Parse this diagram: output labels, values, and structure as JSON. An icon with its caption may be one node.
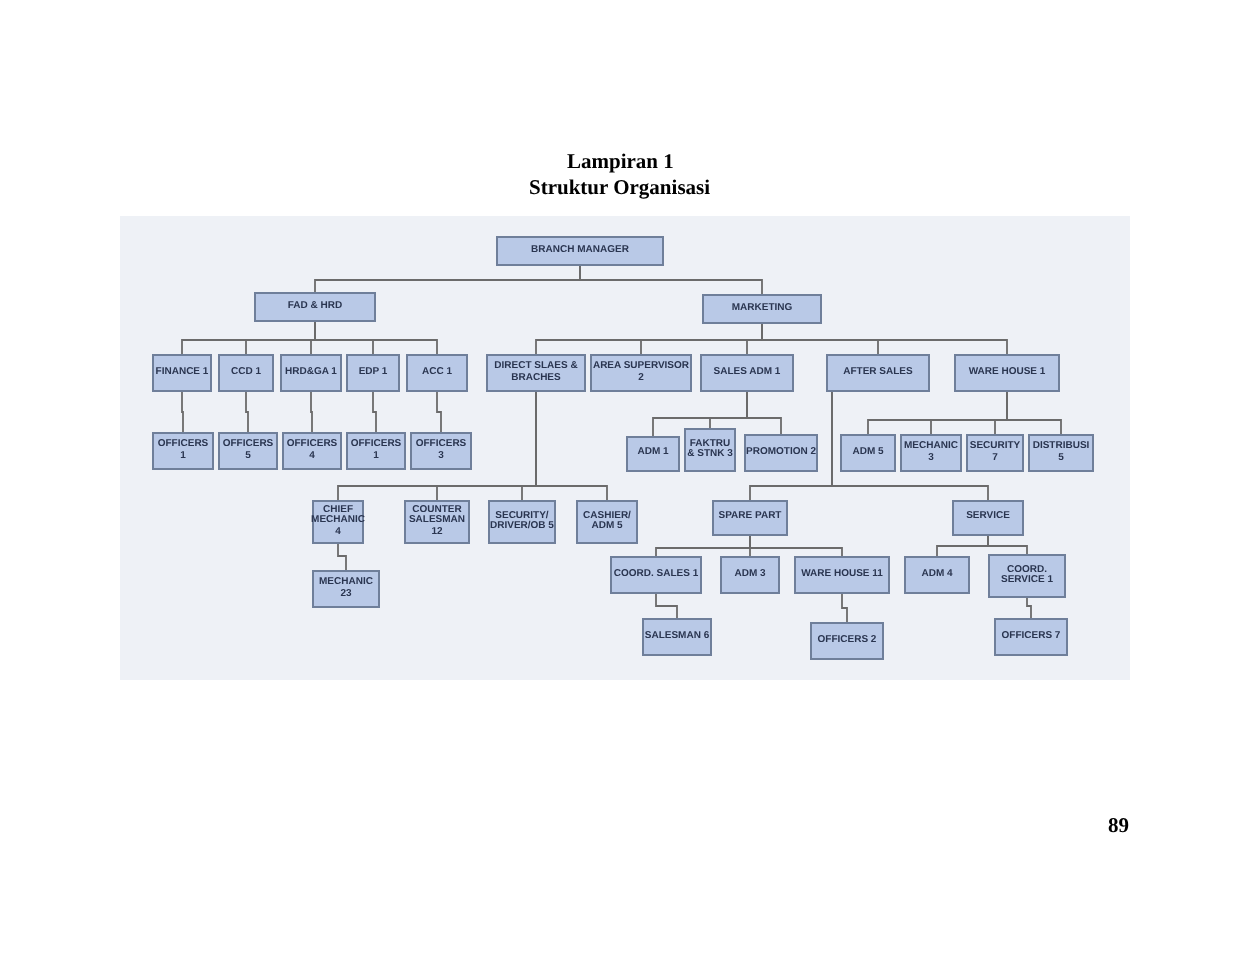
{
  "diagram": {
    "title": "Struktur Organisasi",
    "nodes": [
      {
        "text": [
          "BRANCH MANAGER"
        ]
      },
      {
        "text": [
          "FAD & HRD"
        ]
      },
      {
        "text": [
          "MARKETING"
        ]
      },
      {
        "text": [
          "FINANCE 1"
        ]
      },
      {
        "text": [
          "CCD 1"
        ]
      },
      {
        "text": [
          "HRD&GA 1"
        ]
      },
      {
        "text": [
          "EDP 1"
        ]
      },
      {
        "text": [
          "ACC 1"
        ]
      },
      {
        "text": [
          "OFFICERS 1"
        ]
      },
      {
        "text": [
          "OFFICERS 5"
        ]
      },
      {
        "text": [
          "OFFICERS 4"
        ]
      },
      {
        "text": [
          "OFFICERS 1"
        ]
      },
      {
        "text": [
          "OFFICERS 3"
        ]
      },
      {
        "text": [
          "DIRECT SLAES & BRACHES"
        ]
      },
      {
        "text": [
          "AREA SUPERVISOR 2"
        ]
      },
      {
        "text": [
          "SALES ADM 1"
        ]
      },
      {
        "text": [
          "AFTER SALES"
        ]
      },
      {
        "text": [
          "WARE HOUSE 1"
        ]
      },
      {
        "text": [
          "ADM 1"
        ]
      },
      {
        "text": [
          "FAKTRU & STNK 3"
        ]
      },
      {
        "text": [
          "PROMOTION 2"
        ]
      },
      {
        "text": [
          "ADM 5"
        ]
      },
      {
        "text": [
          "MECHANIC 3"
        ]
      },
      {
        "text": [
          "SECURITY 7"
        ]
      },
      {
        "text": [
          "DISTRIBUSI 5"
        ]
      },
      {
        "text": [
          "CHIEF MECHANIC 4"
        ]
      },
      {
        "text": [
          "COUNTER SALESMAN 12"
        ]
      },
      {
        "text": [
          "SECURITY/ DRIVER/OB 5"
        ]
      },
      {
        "text": [
          "CASHIER/ ADM 5"
        ]
      },
      {
        "text": [
          "MECHANIC 23"
        ]
      },
      {
        "text": [
          "SPARE PART"
        ]
      },
      {
        "text": [
          "SERVICE"
        ]
      },
      {
        "text": [
          "COORD. SALES 1"
        ]
      },
      {
        "text": [
          "ADM 3"
        ]
      },
      {
        "text": [
          "WARE HOUSE 11"
        ]
      },
      {
        "text": [
          "SALESMAN 6"
        ]
      },
      {
        "text": [
          "OFFICERS 2"
        ]
      },
      {
        "text": [
          "ADM 4"
        ]
      },
      {
        "text": [
          "COORD. SERVICE 1"
        ]
      },
      {
        "text": [
          "OFFICERS 7"
        ]
      }
    ],
    "edges": [
      {
        "from": 0,
        "to": 1,
        "arrow": "none"
      },
      {
        "from": 0,
        "to": 2,
        "arrow": "none"
      },
      {
        "from": 1,
        "to": 3,
        "arrow": "none"
      },
      {
        "from": 1,
        "to": 4,
        "arrow": "none"
      },
      {
        "from": 1,
        "to": 5,
        "arrow": "none"
      },
      {
        "from": 1,
        "to": 6,
        "arrow": "none"
      },
      {
        "from": 1,
        "to": 7,
        "arrow": "none"
      },
      {
        "from": 3,
        "to": 8,
        "arrow": "none"
      },
      {
        "from": 4,
        "to": 9,
        "arrow": "none"
      },
      {
        "from": 5,
        "to": 10,
        "arrow": "none"
      },
      {
        "from": 6,
        "to": 11,
        "arrow": "none"
      },
      {
        "from": 7,
        "to": 12,
        "arrow": "none"
      },
      {
        "from": 2,
        "to": 13,
        "arrow": "none"
      },
      {
        "from": 2,
        "to": 14,
        "arrow": "none"
      },
      {
        "from": 2,
        "to": 15,
        "arrow": "none"
      },
      {
        "from": 2,
        "to": 16,
        "arrow": "none"
      },
      {
        "from": 2,
        "to": 17,
        "arrow": "none"
      },
      {
        "from": 15,
        "to": 18,
        "arrow": "none"
      },
      {
        "from": 15,
        "to": 19,
        "arrow": "none"
      },
      {
        "from": 15,
        "to": 20,
        "arrow": "none"
      },
      {
        "from": 17,
        "to": 21,
        "arrow": "none"
      },
      {
        "from": 17,
        "to": 22,
        "arrow": "none"
      },
      {
        "from": 17,
        "to": 23,
        "arrow": "none"
      },
      {
        "from": 17,
        "to": 24,
        "arrow": "none"
      },
      {
        "from": 13,
        "to": 25,
        "arrow": "none"
      },
      {
        "from": 13,
        "to": 26,
        "arrow": "none"
      },
      {
        "from": 13,
        "to": 27,
        "arrow": "none"
      },
      {
        "from": 13,
        "to": 28,
        "arrow": "none"
      },
      {
        "from": 25,
        "to": 29,
        "arrow": "none"
      },
      {
        "from": 16,
        "to": 30,
        "arrow": "none"
      },
      {
        "from": 16,
        "to": 31,
        "arrow": "none"
      },
      {
        "from": 30,
        "to": 32,
        "arrow": "none"
      },
      {
        "from": 30,
        "to": 33,
        "arrow": "none"
      },
      {
        "from": 30,
        "to": 34,
        "arrow": "none"
      },
      {
        "from": 32,
        "to": 35,
        "arrow": "none"
      },
      {
        "from": 34,
        "to": 36,
        "arrow": "none"
      },
      {
        "from": 31,
        "to": 37,
        "arrow": "none"
      },
      {
        "from": 31,
        "to": 38,
        "arrow": "none"
      },
      {
        "from": 38,
        "to": 39,
        "arrow": "none"
      }
    ],
    "labels": [
      "Lampiran 1",
      "89"
    ]
  }
}
